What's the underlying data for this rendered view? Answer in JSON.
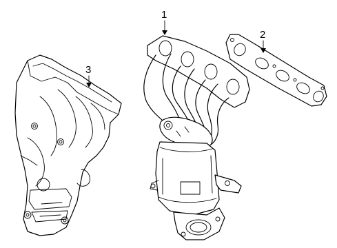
{
  "diagram": {
    "callouts": [
      {
        "id": "1",
        "label": "1"
      },
      {
        "id": "2",
        "label": "2"
      },
      {
        "id": "3",
        "label": "3"
      }
    ],
    "parts": [
      {
        "callout": "1",
        "icon": "exhaust-manifold-with-catalytic-converter"
      },
      {
        "callout": "2",
        "icon": "manifold-gasket"
      },
      {
        "callout": "3",
        "icon": "heat-shield"
      }
    ]
  }
}
